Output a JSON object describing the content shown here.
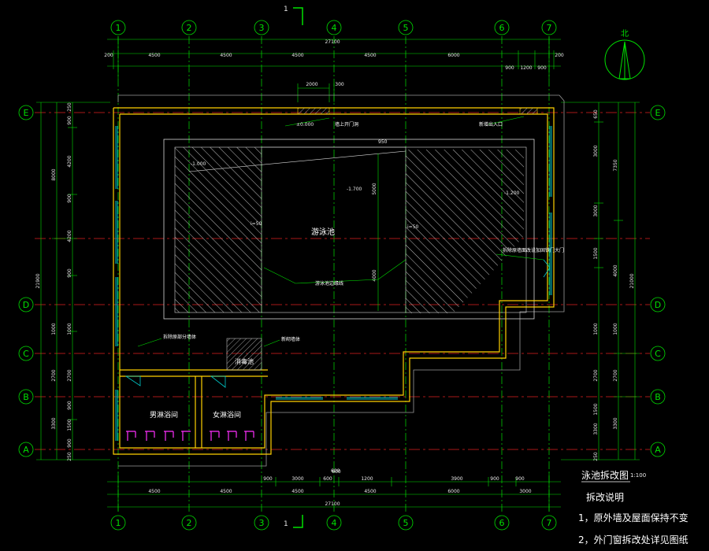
{
  "colors": {
    "background": "#000000",
    "axis": "#00e000",
    "centerline": "#e02020",
    "wall": "#ffd000",
    "window": "#00c8c8",
    "hatch": "#c8c8c8",
    "fixture": "#ff30ff",
    "dim": "#e8e8e8"
  },
  "grid": {
    "columns": [
      "1",
      "2",
      "3",
      "4",
      "5",
      "6",
      "7"
    ],
    "rows": [
      "E",
      "D",
      "C",
      "B",
      "A"
    ]
  },
  "dims": {
    "top_total": "27100",
    "top_spans": [
      "200",
      "4500",
      "4500",
      "4500",
      "4500",
      "6000",
      "900",
      "1200",
      "900",
      "200"
    ],
    "top_door": [
      "2000",
      "300"
    ],
    "bottom_spans": [
      "4500",
      "4500",
      "4500",
      "4500",
      "6000",
      "3000"
    ],
    "bottom_detail": [
      "900",
      "3000",
      "600",
      "600",
      "1200",
      "3900",
      "900",
      "900"
    ],
    "bottom_total": "27100",
    "left_total": "21900",
    "left_sub": [
      "8000",
      "1000",
      "2700",
      "3300"
    ],
    "left_parts": [
      "250",
      "900",
      "4200",
      "900",
      "4200",
      "900",
      "1000",
      "2700",
      "900",
      "1500",
      "900",
      "250"
    ],
    "right_total": "21000",
    "right_sub": [
      "7350",
      "1000",
      "2700",
      "3300"
    ],
    "right_parts": [
      "650",
      "3000",
      "3000",
      "1000",
      "2700",
      "4000",
      "1500",
      "1500",
      "3300",
      "250"
    ],
    "level_top": "±0.000",
    "level_left": "-1.000",
    "level_center": "-1.700",
    "level_right": "-1.200",
    "slope1": "i=50",
    "slope2": "i=50",
    "deep_5000": "5000",
    "deep_4000": "4000",
    "top_small": "950",
    "mid_small": "600"
  },
  "labels": {
    "pool": "游泳池",
    "shower_men": "男淋浴间",
    "shower_women": "女淋浴间",
    "disinfection": "消毒池",
    "door_above": "墙上开门洞",
    "door_right": "新增出入口",
    "pool_line": "游泳池边缘线",
    "east_door": "拆除原墙面改设加固铁门大门",
    "remove_wall": "拆除原部分墙体",
    "new_wall": "新砌墙体",
    "north": "北"
  },
  "title": "泳池拆改图",
  "scale": "1:100",
  "section_mark": "1",
  "notes": {
    "heading": "拆改说明",
    "items": [
      "1，原外墙及屋面保持不变",
      "2，外门窗拆改处详见图纸"
    ]
  }
}
